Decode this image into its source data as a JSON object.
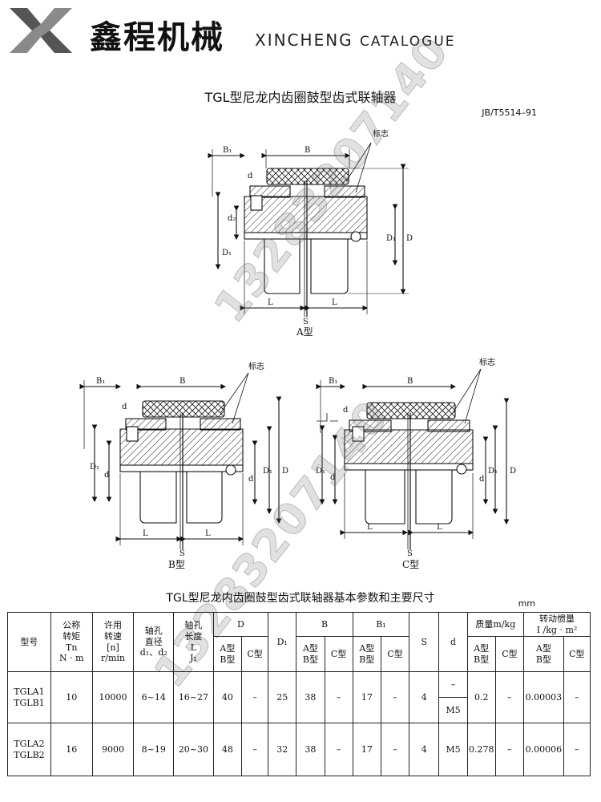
{
  "header": {
    "brand_cn": "鑫程机械",
    "brand_en_1": "XINCHENG",
    "brand_en_2": "CATALOGUE"
  },
  "title": "TGL型尼龙内齿圈鼓型齿式联轴器",
  "standard": "JB/T5514–91",
  "drawing": {
    "label_mark": "标志",
    "label_A": "A型",
    "label_B": "B型",
    "label_C": "C型",
    "dims": {
      "B": "B",
      "B1": "B₁",
      "d": "d",
      "d2": "d₂",
      "D1": "D₁",
      "D": "D",
      "L": "L",
      "S": "S",
      "d1": "d₁"
    }
  },
  "watermark": "13283207140",
  "table": {
    "title": "TGL型尼龙内齿圈鼓型齿式联轴器基本参数和主要尺寸",
    "unit": "mm",
    "headers": {
      "model": "型号",
      "torque": [
        "公称",
        "转矩",
        "Tn",
        "N · m"
      ],
      "speed": [
        "许用",
        "转速",
        "[n]",
        "r/min"
      ],
      "bore": [
        "轴孔",
        "直径",
        "d₁、d₂"
      ],
      "length": [
        "轴孔",
        "长度",
        "L",
        "J₁"
      ],
      "D": "D",
      "D1": "D₁",
      "B": "B",
      "B1": "B₁",
      "S": "S",
      "d": "d",
      "mass": "质量m/kg",
      "inertia": [
        "转动惯量",
        "I /kg · m²"
      ],
      "ab": [
        "A型",
        "B型"
      ],
      "c": "C型"
    },
    "rows": [
      {
        "model": [
          "TGLA1",
          "TGLB1"
        ],
        "torque": "10",
        "speed": "10000",
        "bore": "6~14",
        "length": "16~27",
        "D_ab": "40",
        "D_c": "–",
        "D1": "25",
        "B_ab": "38",
        "B_c": "–",
        "B1_ab": "17",
        "B1_c": "–",
        "S": "4",
        "d_top": "–",
        "d_bottom": "M5",
        "mass_ab": "0.2",
        "mass_c": "–",
        "inertia_ab": "0.00003",
        "inertia_c": "–"
      },
      {
        "model": [
          "TGLA2",
          "TGLB2"
        ],
        "torque": "16",
        "speed": "9000",
        "bore": "8~19",
        "length": "20~30",
        "D_ab": "48",
        "D_c": "–",
        "D1": "32",
        "B_ab": "38",
        "B_c": "–",
        "B1_ab": "17",
        "B1_c": "–",
        "S": "4",
        "d": "M5",
        "mass_ab": "0.278",
        "mass_c": "–",
        "inertia_ab": "0.00006",
        "inertia_c": "–"
      }
    ]
  }
}
